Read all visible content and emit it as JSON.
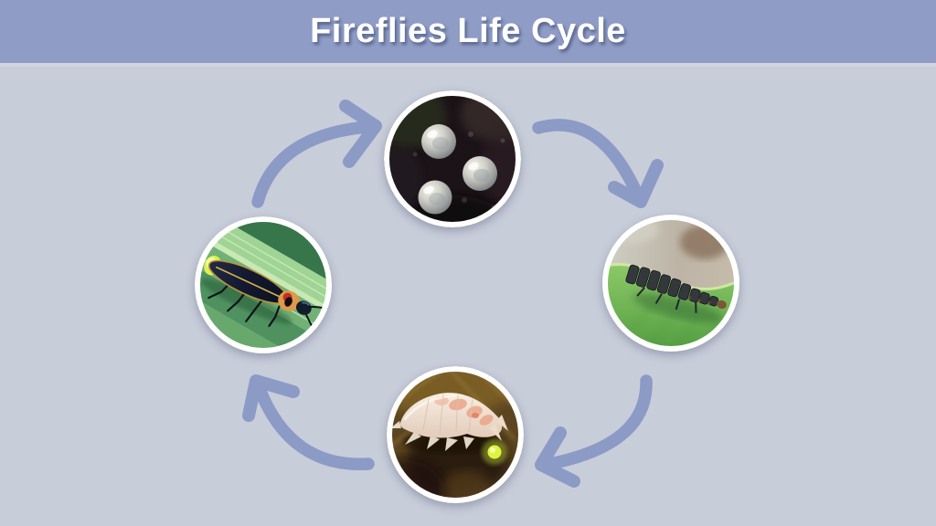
{
  "header": {
    "title": "Fireflies Life Cycle"
  },
  "colors": {
    "header_bg": "#8e9cc6",
    "canvas_bg": "#c8cdda",
    "arrow": "#8c9ac6",
    "circle_border": "#ffffff",
    "title_color": "#ffffff",
    "title_shadow": "#3c4a6e"
  },
  "cycle": {
    "stages": [
      {
        "name": "firefly-eggs",
        "photo": "eggs-on-soil-photo",
        "position": "top"
      },
      {
        "name": "firefly-larva",
        "photo": "larva-on-leaf-photo",
        "position": "right"
      },
      {
        "name": "firefly-pupa",
        "photo": "glowing-pupa-photo",
        "position": "bottom"
      },
      {
        "name": "adult-firefly",
        "photo": "adult-on-grass-photo",
        "position": "left"
      }
    ],
    "arrows": [
      {
        "name": "arrow-adult-to-eggs",
        "position": "top-left"
      },
      {
        "name": "arrow-eggs-to-larva",
        "position": "top-right"
      },
      {
        "name": "arrow-larva-to-pupa",
        "position": "bottom-right"
      },
      {
        "name": "arrow-pupa-to-adult",
        "position": "bottom-left"
      }
    ]
  }
}
